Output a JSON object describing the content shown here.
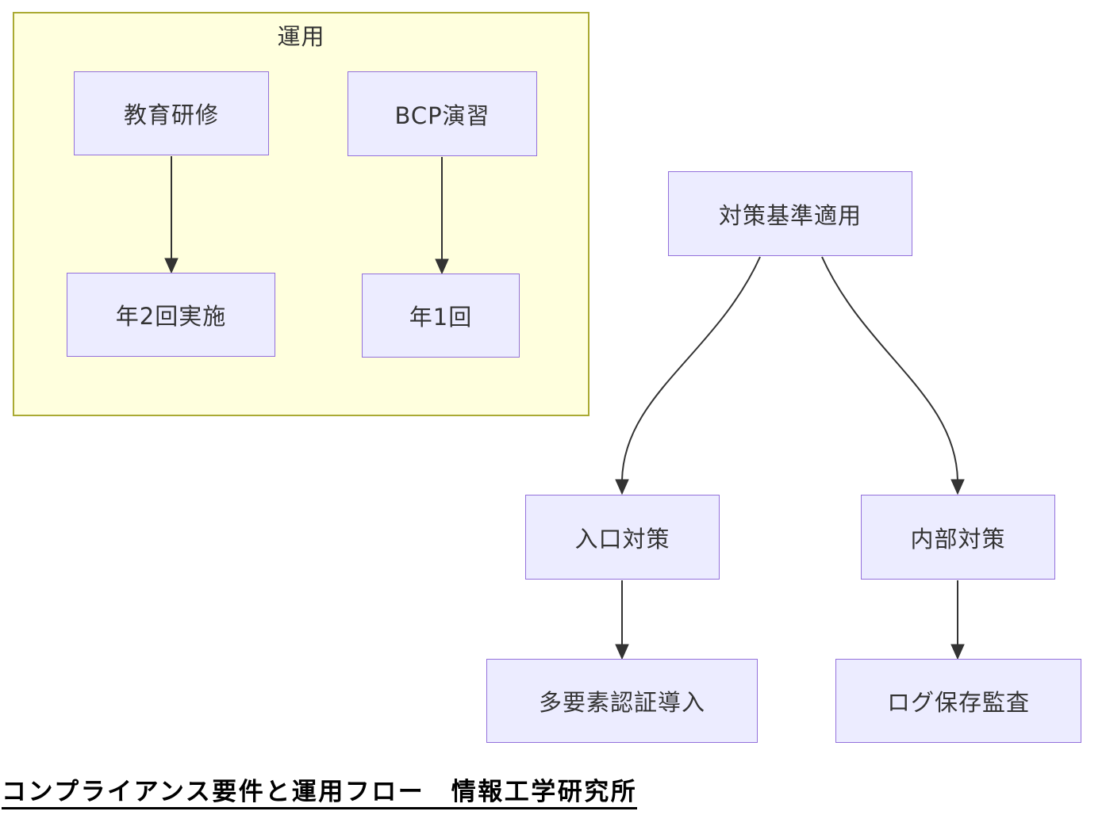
{
  "cluster": {
    "title": "運用"
  },
  "nodes": [
    {
      "id": "kyoiku-kenshu",
      "label": "教育研修"
    },
    {
      "id": "bcp-enshu",
      "label": "BCP演習"
    },
    {
      "id": "nen-2kai-jisshi",
      "label": "年2回実施"
    },
    {
      "id": "nen-1kai",
      "label": "年1回"
    },
    {
      "id": "taisaku-kijun",
      "label": "対策基準適用"
    },
    {
      "id": "iriguchi-taisaku",
      "label": "入口対策"
    },
    {
      "id": "naibu-taisaku",
      "label": "内部対策"
    },
    {
      "id": "tayoso-ninsho",
      "label": "多要素認証導入"
    },
    {
      "id": "log-hozon-kansa",
      "label": "ログ保存監査"
    }
  ],
  "edges": [
    {
      "from": "教育研修",
      "to": "年2回実施"
    },
    {
      "from": "BCP演習",
      "to": "年1回"
    },
    {
      "from": "対策基準適用",
      "to": "入口対策"
    },
    {
      "from": "対策基準適用",
      "to": "内部対策"
    },
    {
      "from": "入口対策",
      "to": "多要素認証導入"
    },
    {
      "from": "内部対策",
      "to": "ログ保存監査"
    }
  ],
  "caption": "コンプライアンス要件と運用フロー　情報工学研究所",
  "colors": {
    "node_fill": "#ECECFF",
    "node_border": "#9370DB",
    "cluster_fill": "#FFFFDE",
    "cluster_border": "#AAAA33",
    "edge": "#333333",
    "node_text": "#333333",
    "caption_text": "#000000",
    "background": "#FFFFFF"
  }
}
